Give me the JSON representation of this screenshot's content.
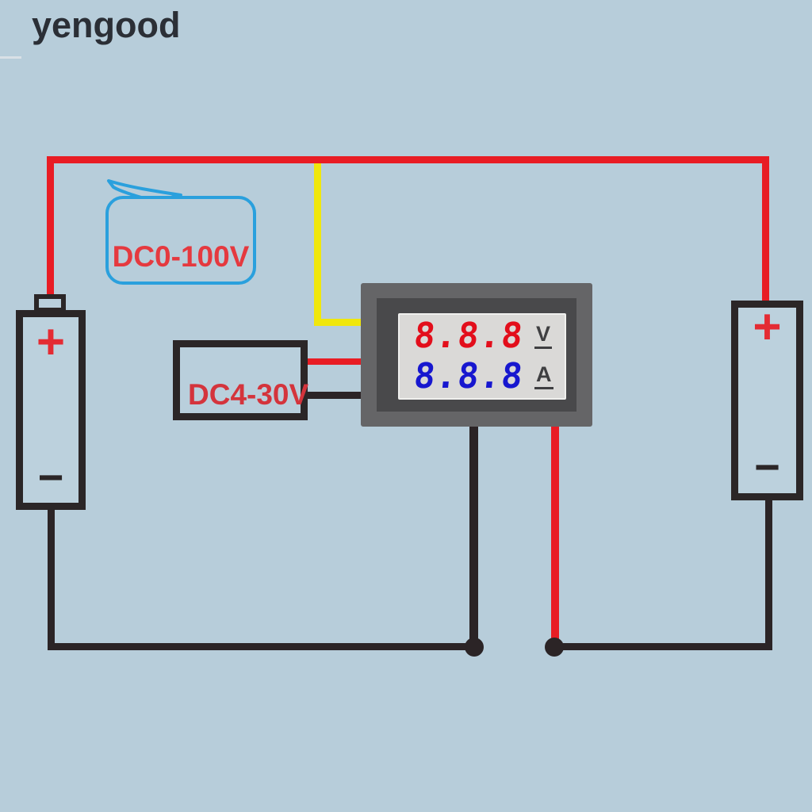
{
  "brand": "yengood",
  "diagram": {
    "callout": {
      "label": "DC0-100V"
    },
    "supply_box": {
      "label": "DC4-30V"
    },
    "meter": {
      "volt_value": "8.8.8",
      "volt_unit": "V",
      "amp_value": "8.8.8",
      "amp_unit": "A"
    },
    "battery_left": {
      "plus": "+",
      "minus": "−"
    },
    "battery_right": {
      "plus": "+",
      "minus": "−"
    }
  },
  "colors": {
    "background": "#b7cdda",
    "wire_red": "#e81c24",
    "wire_yellow": "#f0e70c",
    "wire_black": "#2b2426",
    "callout_border_blue": "#2aa0dd",
    "label_red": "#e5393f",
    "meter_frame_gray": "#656567",
    "meter_inner_gray": "#49494b",
    "meter_display_bg": "#dad9d7",
    "digit_red": "#e30e1b",
    "digit_blue": "#1717cf",
    "brand_text": "#2b2f36"
  }
}
